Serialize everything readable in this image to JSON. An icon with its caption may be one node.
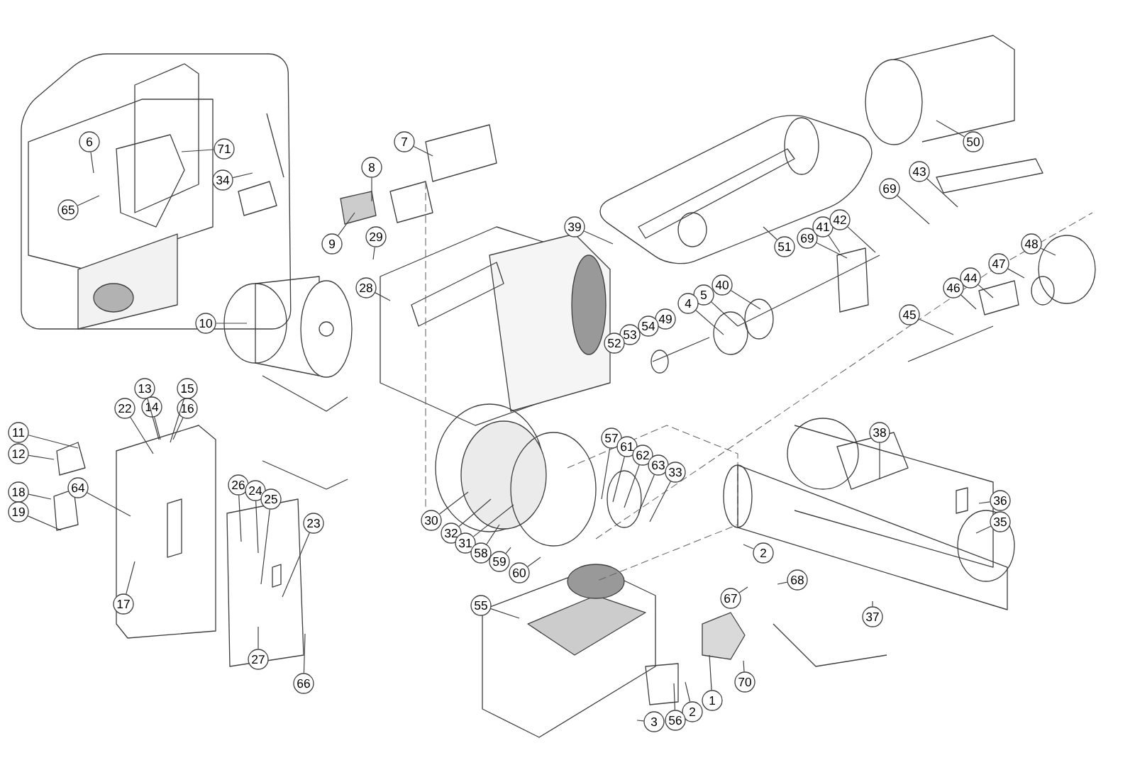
{
  "diagram": {
    "nodes": [
      {
        "text": [
          "6"
        ]
      },
      {
        "text": [
          "71"
        ]
      },
      {
        "text": [
          "65"
        ]
      },
      {
        "text": [
          "34"
        ]
      },
      {
        "text": [
          "7"
        ]
      },
      {
        "text": [
          "8"
        ]
      },
      {
        "text": [
          "9"
        ]
      },
      {
        "text": [
          "29"
        ]
      },
      {
        "text": [
          "28"
        ]
      },
      {
        "text": [
          "10"
        ]
      },
      {
        "text": [
          "39"
        ]
      },
      {
        "text": [
          "51"
        ]
      },
      {
        "text": [
          "50"
        ]
      },
      {
        "text": [
          "43"
        ]
      },
      {
        "text": [
          "69"
        ]
      },
      {
        "text": [
          "69"
        ]
      },
      {
        "text": [
          "41"
        ]
      },
      {
        "text": [
          "42"
        ]
      },
      {
        "text": [
          "40"
        ]
      },
      {
        "text": [
          "5"
        ]
      },
      {
        "text": [
          "4"
        ]
      },
      {
        "text": [
          "49"
        ]
      },
      {
        "text": [
          "54"
        ]
      },
      {
        "text": [
          "53"
        ]
      },
      {
        "text": [
          "52"
        ]
      },
      {
        "text": [
          "48"
        ]
      },
      {
        "text": [
          "47"
        ]
      },
      {
        "text": [
          "44"
        ]
      },
      {
        "text": [
          "46"
        ]
      },
      {
        "text": [
          "45"
        ]
      },
      {
        "text": [
          "13"
        ]
      },
      {
        "text": [
          "15"
        ]
      },
      {
        "text": [
          "14"
        ]
      },
      {
        "text": [
          "16"
        ]
      },
      {
        "text": [
          "22"
        ]
      },
      {
        "text": [
          "11"
        ]
      },
      {
        "text": [
          "12"
        ]
      },
      {
        "text": [
          "64"
        ]
      },
      {
        "text": [
          "18"
        ]
      },
      {
        "text": [
          "19"
        ]
      },
      {
        "text": [
          "17"
        ]
      },
      {
        "text": [
          "26"
        ]
      },
      {
        "text": [
          "24"
        ]
      },
      {
        "text": [
          "25"
        ]
      },
      {
        "text": [
          "23"
        ]
      },
      {
        "text": [
          "27"
        ]
      },
      {
        "text": [
          "66"
        ]
      },
      {
        "text": [
          "30"
        ]
      },
      {
        "text": [
          "32"
        ]
      },
      {
        "text": [
          "31"
        ]
      },
      {
        "text": [
          "58"
        ]
      },
      {
        "text": [
          "59"
        ]
      },
      {
        "text": [
          "60"
        ]
      },
      {
        "text": [
          "55"
        ]
      },
      {
        "text": [
          "57"
        ]
      },
      {
        "text": [
          "61"
        ]
      },
      {
        "text": [
          "62"
        ]
      },
      {
        "text": [
          "63"
        ]
      },
      {
        "text": [
          "33"
        ]
      },
      {
        "text": [
          "38"
        ]
      },
      {
        "text": [
          "36"
        ]
      },
      {
        "text": [
          "35"
        ]
      },
      {
        "text": [
          "2"
        ]
      },
      {
        "text": [
          "68"
        ]
      },
      {
        "text": [
          "67"
        ]
      },
      {
        "text": [
          "37"
        ]
      },
      {
        "text": [
          "70"
        ]
      },
      {
        "text": [
          "1"
        ]
      },
      {
        "text": [
          "2"
        ]
      },
      {
        "text": [
          "56"
        ]
      },
      {
        "text": [
          "3"
        ]
      }
    ],
    "edges": [
      {
        "from": 0,
        "to": null,
        "arrow": "none"
      },
      {
        "from": 1,
        "to": null,
        "arrow": "none"
      },
      {
        "from": 2,
        "to": null,
        "arrow": "none"
      },
      {
        "from": 3,
        "to": null,
        "arrow": "none"
      },
      {
        "from": 4,
        "to": null,
        "arrow": "none"
      },
      {
        "from": 5,
        "to": null,
        "arrow": "none"
      },
      {
        "from": 6,
        "to": null,
        "arrow": "none"
      },
      {
        "from": 7,
        "to": null,
        "arrow": "none"
      },
      {
        "from": 8,
        "to": null,
        "arrow": "none"
      },
      {
        "from": 9,
        "to": null,
        "arrow": "none"
      },
      {
        "from": 10,
        "to": null,
        "arrow": "none"
      },
      {
        "from": 11,
        "to": null,
        "arrow": "none"
      },
      {
        "from": 12,
        "to": null,
        "arrow": "none"
      },
      {
        "from": 13,
        "to": null,
        "arrow": "none"
      },
      {
        "from": 14,
        "to": null,
        "arrow": "none"
      },
      {
        "from": 15,
        "to": null,
        "arrow": "none"
      },
      {
        "from": 16,
        "to": null,
        "arrow": "none"
      },
      {
        "from": 17,
        "to": null,
        "arrow": "none"
      },
      {
        "from": 18,
        "to": null,
        "arrow": "none"
      },
      {
        "from": 19,
        "to": null,
        "arrow": "none"
      },
      {
        "from": 20,
        "to": null,
        "arrow": "none"
      },
      {
        "from": 25,
        "to": null,
        "arrow": "none"
      },
      {
        "from": 26,
        "to": null,
        "arrow": "none"
      },
      {
        "from": 27,
        "to": null,
        "arrow": "none"
      },
      {
        "from": 28,
        "to": null,
        "arrow": "none"
      },
      {
        "from": 29,
        "to": null,
        "arrow": "none"
      },
      {
        "from": 30,
        "to": null,
        "arrow": "none"
      },
      {
        "from": 31,
        "to": null,
        "arrow": "none"
      },
      {
        "from": 32,
        "to": null,
        "arrow": "none"
      },
      {
        "from": 33,
        "to": null,
        "arrow": "none"
      },
      {
        "from": 34,
        "to": null,
        "arrow": "none"
      },
      {
        "from": 35,
        "to": null,
        "arrow": "none"
      },
      {
        "from": 36,
        "to": null,
        "arrow": "none"
      },
      {
        "from": 37,
        "to": null,
        "arrow": "none"
      },
      {
        "from": 38,
        "to": null,
        "arrow": "none"
      },
      {
        "from": 39,
        "to": null,
        "arrow": "none"
      },
      {
        "from": 40,
        "to": null,
        "arrow": "none"
      },
      {
        "from": 41,
        "to": null,
        "arrow": "none"
      },
      {
        "from": 42,
        "to": null,
        "arrow": "none"
      },
      {
        "from": 43,
        "to": null,
        "arrow": "none"
      },
      {
        "from": 44,
        "to": null,
        "arrow": "none"
      },
      {
        "from": 45,
        "to": null,
        "arrow": "none"
      },
      {
        "from": 46,
        "to": null,
        "arrow": "none"
      },
      {
        "from": 47,
        "to": null,
        "arrow": "none"
      },
      {
        "from": 48,
        "to": null,
        "arrow": "none"
      },
      {
        "from": 49,
        "to": null,
        "arrow": "none"
      },
      {
        "from": 50,
        "to": null,
        "arrow": "none"
      },
      {
        "from": 51,
        "to": null,
        "arrow": "none"
      },
      {
        "from": 52,
        "to": null,
        "arrow": "none"
      },
      {
        "from": 53,
        "to": null,
        "arrow": "none"
      },
      {
        "from": 54,
        "to": null,
        "arrow": "none"
      },
      {
        "from": 55,
        "to": null,
        "arrow": "none"
      },
      {
        "from": 56,
        "to": null,
        "arrow": "none"
      },
      {
        "from": 57,
        "to": null,
        "arrow": "none"
      },
      {
        "from": 58,
        "to": null,
        "arrow": "none"
      },
      {
        "from": 59,
        "to": null,
        "arrow": "none"
      },
      {
        "from": 60,
        "to": null,
        "arrow": "none"
      },
      {
        "from": 61,
        "to": null,
        "arrow": "none"
      },
      {
        "from": 62,
        "to": null,
        "arrow": "none"
      },
      {
        "from": 63,
        "to": null,
        "arrow": "none"
      },
      {
        "from": 64,
        "to": null,
        "arrow": "none"
      },
      {
        "from": 65,
        "to": null,
        "arrow": "none"
      },
      {
        "from": 66,
        "to": null,
        "arrow": "none"
      },
      {
        "from": 67,
        "to": null,
        "arrow": "none"
      },
      {
        "from": 68,
        "to": null,
        "arrow": "none"
      },
      {
        "from": 69,
        "to": null,
        "arrow": "none"
      },
      {
        "from": 70,
        "to": null,
        "arrow": "none"
      }
    ]
  }
}
